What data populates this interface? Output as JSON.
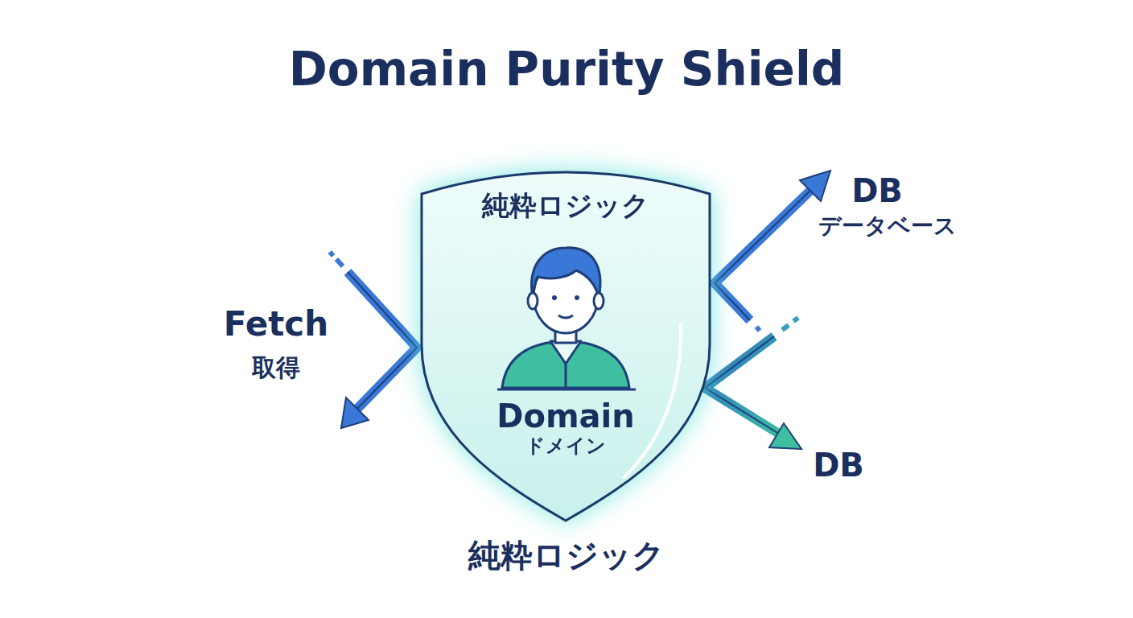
{
  "diagram": {
    "title": "Domain Purity Shield",
    "nodes": [
      {
        "text": [
          "純粋ロジック",
          "Domain",
          "ドメイン"
        ]
      }
    ],
    "labels": [
      "Fetch",
      "取得",
      "DB",
      "データベース",
      "DB",
      "純粋ロジック"
    ]
  }
}
